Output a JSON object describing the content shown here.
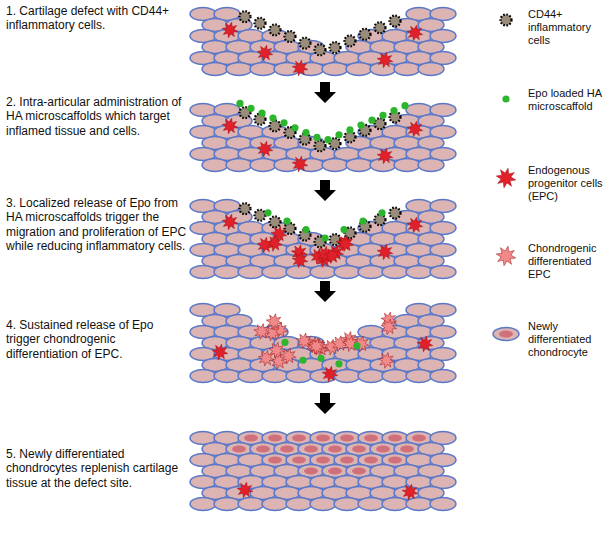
{
  "diagram": {
    "labels": [
      "1. Cartilage defect with CD44+ inflammatory cells.",
      "2. Intra-articular administration of HA microscaffolds which target inflamed tissue and cells.",
      "3. Localized release of Epo from HA microscaffolds trigger the migration and proliferation of EPC while reducing inflammatory cells.",
      "4. Sustained release of Epo trigger chondrogenic differentiation of EPC.",
      "5. Newly differentiated chondrocytes replenish cartilage tissue at the defect site."
    ],
    "legend": [
      {
        "text": "CD44+ inflammatory cells"
      },
      {
        "text": "Epo loaded HA microscaffold"
      },
      {
        "text": "Endogenous progenitor cells (EPC)"
      },
      {
        "text": "Chondrogenic differentiated EPC"
      },
      {
        "text": "Newly differentiated chondrocyte"
      }
    ]
  }
}
